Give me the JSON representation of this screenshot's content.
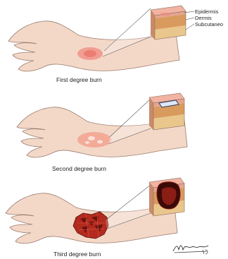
{
  "layers": {
    "epidermis": "Epidermis",
    "dermis": "Dermis",
    "subcutaneous": "Subcutaneo"
  },
  "panels": [
    {
      "caption": "First degree burn"
    },
    {
      "caption": "Second degree burn"
    },
    {
      "caption": "Third degree burn"
    }
  ],
  "signature": "M. Hagander 07",
  "colors": {
    "skin": "#f3d8c8",
    "skin_outline": "#9b7b6c",
    "burn_first": "#f08a80",
    "burn_second": "#f2a08c",
    "burn_third": "#b32a1e",
    "epidermis": "#e4a590",
    "dermis": "#d99a5e",
    "subcutaneous": "#e9c78c"
  }
}
